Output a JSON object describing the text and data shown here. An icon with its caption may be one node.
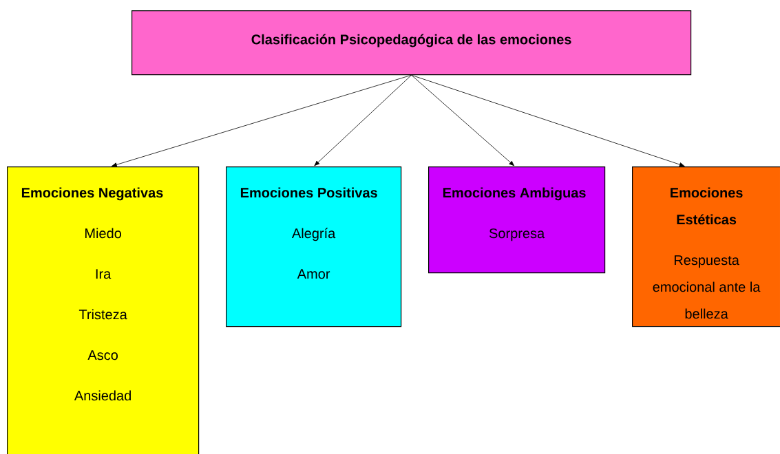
{
  "diagram": {
    "nodes": [
      {
        "text": [
          "Clasificación Psicopedagógica de las emociones"
        ]
      },
      {
        "text": [
          "Emociones Negativas",
          "Miedo",
          "Ira",
          "Tristeza",
          "Asco",
          "Ansiedad"
        ]
      },
      {
        "text": [
          "Emociones Positivas",
          "Alegría",
          "Amor"
        ]
      },
      {
        "text": [
          "Emociones Ambiguas",
          "Sorpresa"
        ]
      },
      {
        "text": [
          "Emociones Estéticas",
          "Respuesta emocional ante la belleza"
        ]
      }
    ],
    "edges": [
      {
        "from": 0,
        "to": 1,
        "arrow": "to"
      },
      {
        "from": 0,
        "to": 2,
        "arrow": "to"
      },
      {
        "from": 0,
        "to": 3,
        "arrow": "to"
      },
      {
        "from": 0,
        "to": 4,
        "arrow": "to"
      }
    ]
  }
}
